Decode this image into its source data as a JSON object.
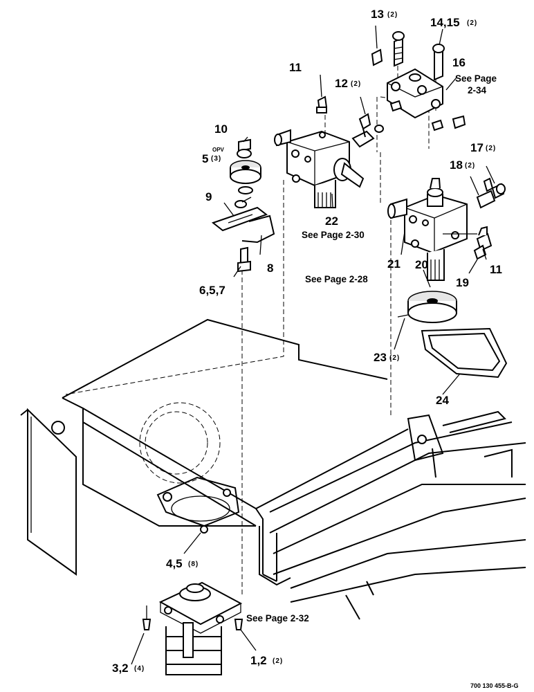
{
  "callouts": [
    {
      "id": "c13",
      "num": "13",
      "qty": "(2)"
    },
    {
      "id": "c14",
      "num": "14,15",
      "qty": "(2)"
    },
    {
      "id": "c16",
      "num": "16",
      "ref": [
        "See Page",
        "2-34"
      ]
    },
    {
      "id": "c11a",
      "num": "11"
    },
    {
      "id": "c12",
      "num": "12",
      "qty": "(2)"
    },
    {
      "id": "c10",
      "num": "10"
    },
    {
      "id": "c5",
      "num": "5",
      "qty": "(3)",
      "note": "OPV"
    },
    {
      "id": "c17",
      "num": "17",
      "qty": "(2)"
    },
    {
      "id": "c18",
      "num": "18",
      "qty": "(2)"
    },
    {
      "id": "c9",
      "num": "9"
    },
    {
      "id": "c22",
      "num": "22",
      "ref": [
        "See Page 2-30"
      ]
    },
    {
      "id": "c8",
      "num": "8"
    },
    {
      "id": "c21",
      "num": "21",
      "ref": [
        "See Page 2-28"
      ]
    },
    {
      "id": "c20",
      "num": "20"
    },
    {
      "id": "c11b",
      "num": "11"
    },
    {
      "id": "c19",
      "num": "19"
    },
    {
      "id": "c6",
      "num": "6,5,7"
    },
    {
      "id": "c23",
      "num": "23",
      "qty": "(2)"
    },
    {
      "id": "c24",
      "num": "24"
    },
    {
      "id": "c4",
      "num": "4,5",
      "qty": "(8)"
    },
    {
      "id": "cpage",
      "ref": [
        "See Page 2-32"
      ]
    },
    {
      "id": "c3",
      "num": "3,2",
      "qty": "(4)"
    },
    {
      "id": "c1",
      "num": "1,2",
      "qty": "(2)"
    }
  ],
  "figure_code": "700 130 455-B-G",
  "icons": [
    "gearbox",
    "pulley",
    "v-belt",
    "universal-joint",
    "frame",
    "gear-motor"
  ]
}
